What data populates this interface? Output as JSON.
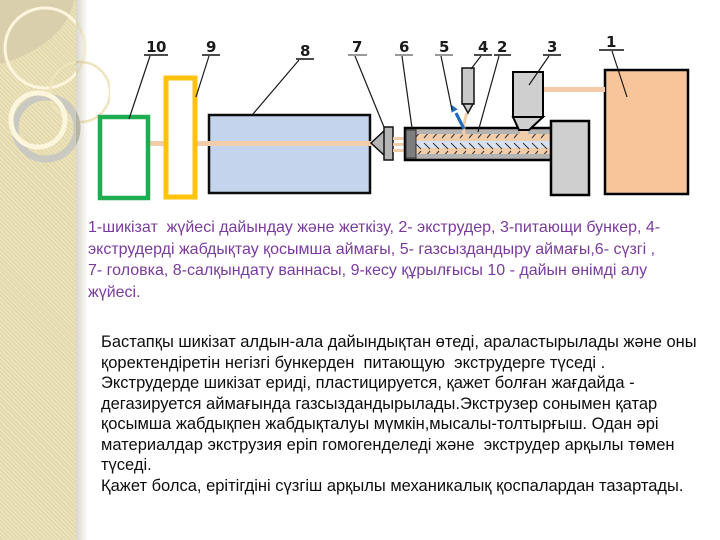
{
  "diagram": {
    "callouts": [
      "10",
      "9",
      "8",
      "7",
      "6",
      "5",
      "4",
      "2",
      "3",
      "1"
    ],
    "colors": {
      "receiver_outline": "#1fad52",
      "cutter_outline": "#ffc20e",
      "cooling_bath_fill": "#c3d4ec",
      "supply_box_fill": "#f8c59b",
      "product_line": "#f2cdaa",
      "degassing_arrow": "#1e6cc0",
      "machine_gray": "#cfcfcf"
    }
  },
  "caption": {
    "lines": [
      "1-шикізат  жүйесі дайындау және жеткізу, 2- экструдер, 3-питающи бункер, 4-",
      "экструдерді жабдықтау қосымша аймағы, 5- газсыздандыру аймағы,6- сүзгі ,",
      "7- головка, 8-салқындату ваннасы, 9-кесу құрылғысы 10 - дайын өнімді алу",
      "жүйесі."
    ]
  },
  "body": {
    "lines": [
      "Бастапқы шикізат алдын-ала дайындықтан өтеді, араластырылады және оны",
      "қоректендіретін негізгі бункерден  питающую  экструдерге түседі .",
      "Экструдерде шикізат ериді, пластицируется, қажет болған жағдайда -",
      "дегазируется аймағында газсыздандырылады.Экструзер сонымен қатар",
      "қосымша жабдықпен жабдықталуы мүмкін,мысалы-толтырғыш. Одан әрі",
      "материалдар экструзия еріп гомогенделеді және  экструдер арқылы төмен",
      "түседі.",
      "Қажет болса, ерітігдіні сүзгіш арқылы механикалық қоспалардан тазартады."
    ]
  }
}
